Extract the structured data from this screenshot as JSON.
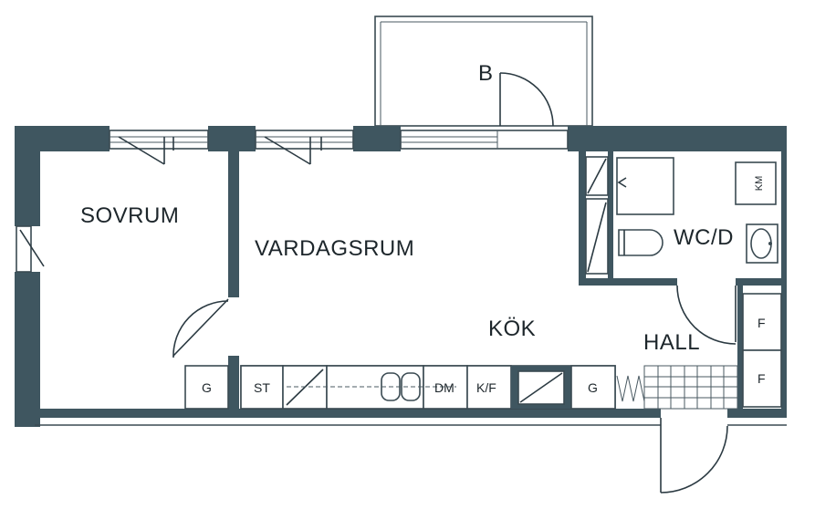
{
  "rooms": {
    "balcony": "B",
    "bedroom": "SOVRUM",
    "living": "VARDAGSRUM",
    "kitchen": "KÖK",
    "hall": "HALL",
    "wc": "WC/D"
  },
  "fixtures": {
    "bedroom_wardrobe": "G",
    "stove": "ST",
    "dishwasher": "DM",
    "fridge_freezer": "K/F",
    "kitchen_cabinet": "G",
    "hall_wardrobe_1": "F",
    "hall_wardrobe_2": "F",
    "washing_machine": "KM"
  },
  "colors": {
    "wall": "#3f5660",
    "line": "#3a4a52"
  }
}
